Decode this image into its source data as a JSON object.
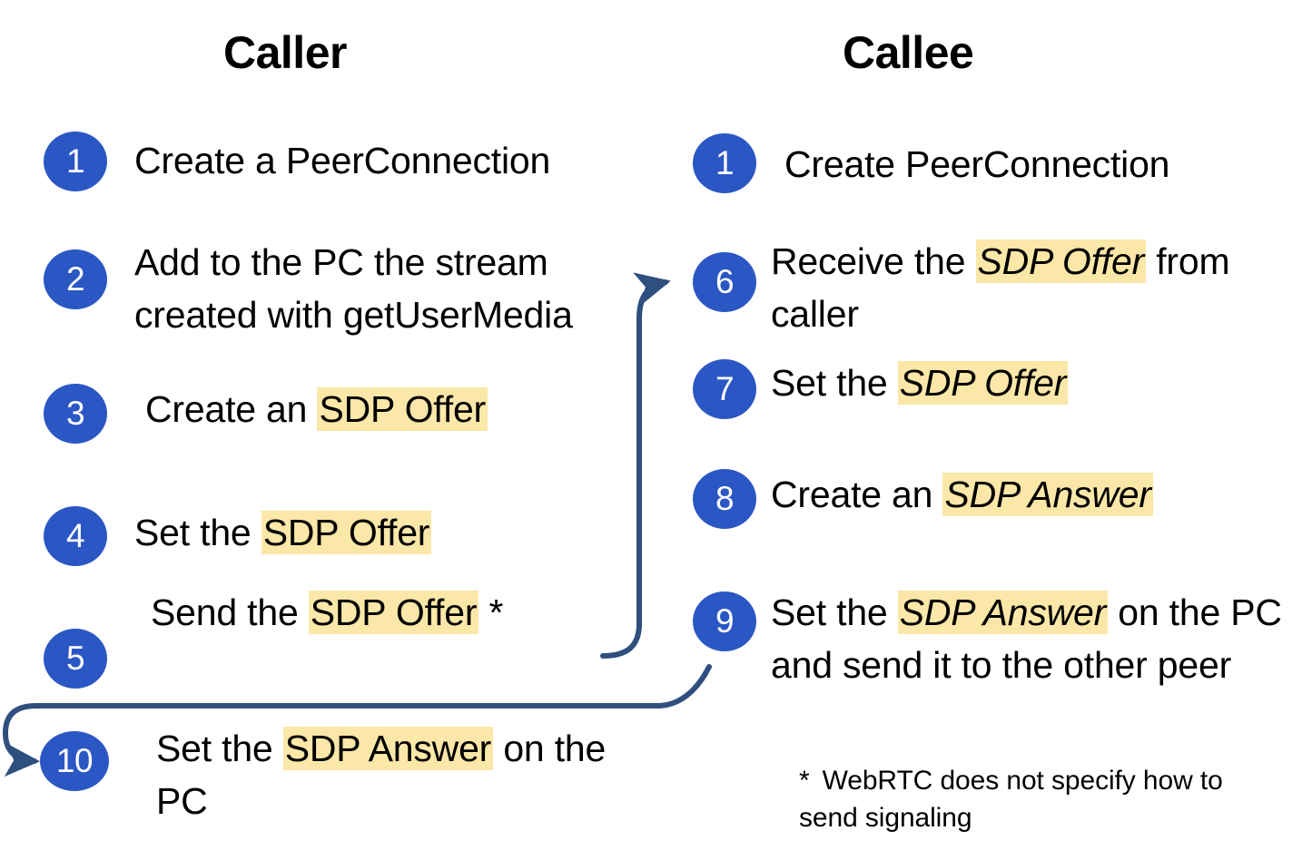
{
  "columns": {
    "caller": {
      "heading": "Caller"
    },
    "callee": {
      "heading": "Callee"
    }
  },
  "caller_steps": [
    {
      "number": "1",
      "parts": [
        {
          "text": "Create a PeerConnection",
          "highlight": false,
          "italic": false
        }
      ]
    },
    {
      "number": "2",
      "parts": [
        {
          "text": "Add to the PC the stream created with getUserMedia",
          "highlight": false,
          "italic": false
        }
      ]
    },
    {
      "number": "3",
      "parts": [
        {
          "text": "Create an ",
          "highlight": false,
          "italic": false
        },
        {
          "text": "SDP Offer",
          "highlight": true,
          "italic": false
        }
      ]
    },
    {
      "number": "4",
      "parts": [
        {
          "text": "Set the ",
          "highlight": false,
          "italic": false
        },
        {
          "text": "SDP Offer",
          "highlight": true,
          "italic": false
        }
      ]
    },
    {
      "number": "5",
      "parts": [
        {
          "text": "Send the ",
          "highlight": false,
          "italic": false
        },
        {
          "text": "SDP Offer",
          "highlight": true,
          "italic": false
        },
        {
          "text": " *",
          "highlight": false,
          "italic": false
        }
      ]
    },
    {
      "number": "10",
      "parts": [
        {
          "text": "Set the ",
          "highlight": false,
          "italic": false
        },
        {
          "text": "SDP Answer",
          "highlight": true,
          "italic": false
        },
        {
          "text": " on the PC",
          "highlight": false,
          "italic": false
        }
      ]
    }
  ],
  "callee_steps": [
    {
      "number": "1",
      "parts": [
        {
          "text": "Create PeerConnection",
          "highlight": false,
          "italic": false
        }
      ]
    },
    {
      "number": "6",
      "parts": [
        {
          "text": "Receive the ",
          "highlight": false,
          "italic": false
        },
        {
          "text": "SDP Offer",
          "highlight": true,
          "italic": true
        },
        {
          "text": " from caller",
          "highlight": false,
          "italic": false
        }
      ]
    },
    {
      "number": "7",
      "parts": [
        {
          "text": "Set the ",
          "highlight": false,
          "italic": false
        },
        {
          "text": "SDP Offer",
          "highlight": true,
          "italic": true
        }
      ]
    },
    {
      "number": "8",
      "parts": [
        {
          "text": "Create an ",
          "highlight": false,
          "italic": false
        },
        {
          "text": "SDP Answer",
          "highlight": true,
          "italic": true
        }
      ]
    },
    {
      "number": "9",
      "parts": [
        {
          "text": "Set the ",
          "highlight": false,
          "italic": false
        },
        {
          "text": "SDP Answer",
          "highlight": true,
          "italic": true
        },
        {
          "text": " on the PC and send it to the other peer",
          "highlight": false,
          "italic": false
        }
      ]
    }
  ],
  "footnote": {
    "marker": "*",
    "text": "WebRTC does not specify how to send signaling"
  },
  "colors": {
    "badge_blue": "#2b57c4",
    "highlight_yellow": "#fbe7a8",
    "arrow_navy": "#2f4f7f",
    "text_black": "#000000",
    "background": "#ffffff"
  },
  "arrows": [
    {
      "name": "offer-arrow",
      "from_step": "5",
      "to_step": "6"
    },
    {
      "name": "answer-arrow",
      "from_step": "9",
      "to_step": "10"
    }
  ]
}
